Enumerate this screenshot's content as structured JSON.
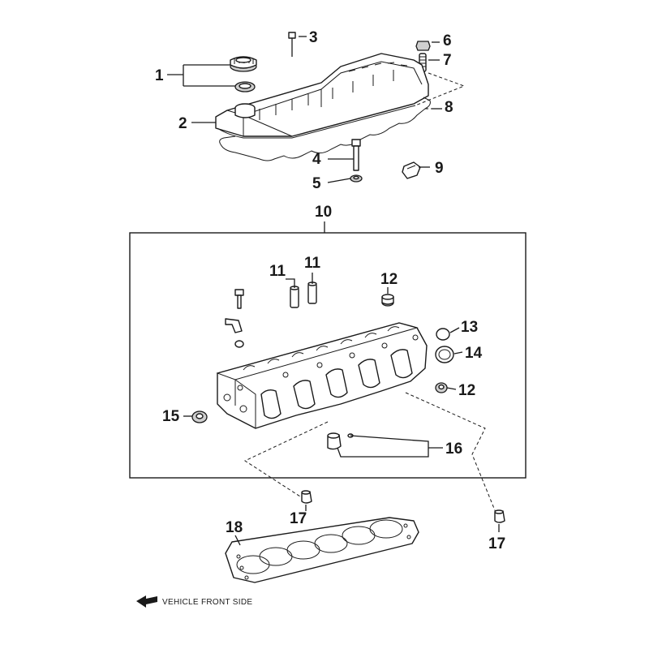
{
  "callouts": {
    "c1": "1",
    "c2": "2",
    "c3": "3",
    "c4": "4",
    "c5": "5",
    "c6": "6",
    "c7": "7",
    "c8": "8",
    "c9": "9",
    "c10": "10",
    "c11a": "11",
    "c11b": "11",
    "c12a": "12",
    "c12b": "12",
    "c13": "13",
    "c14": "14",
    "c15": "15",
    "c16": "16",
    "c17a": "17",
    "c17b": "17",
    "c18": "18"
  },
  "caption": "VEHICLE FRONT SIDE",
  "colors": {
    "line": "#1a1a1a",
    "background": "#ffffff"
  },
  "icons": {
    "direction": "arrow-left-icon"
  }
}
